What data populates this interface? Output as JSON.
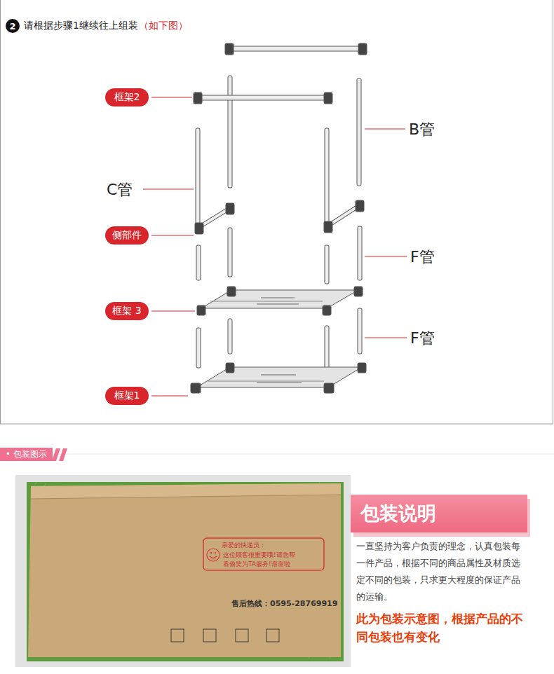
{
  "diagram": {
    "title": "请根据步骤1继续往上组装",
    "nodes": [
      {
        "text": [
          "2"
        ]
      },
      {
        "text": [
          "框架2"
        ]
      },
      {
        "text": [
          "侧部件"
        ]
      },
      {
        "text": [
          "框架 3"
        ]
      },
      {
        "text": [
          "框架1"
        ]
      },
      {
        "text": [
          "• 包装图示"
        ]
      },
      {
        "text": [
          "包装说明"
        ]
      }
    ],
    "labels": [
      "（如下图）",
      "B管",
      "C管",
      "F管",
      "F管",
      "亲爱的快递员：",
      "这位顾客很重要哦!请您帮",
      "看偷笑为TA服务!谢谢啦",
      "售后热线：0595-28769919",
      "一直坚持为客户负责的理念，认真包装每一件产品，根据不同的商品属性及材质选定不同的包装，只求更大程度的保证产品的运输。",
      "此为包装示意图，根据产品的不同包装也有变化"
    ]
  }
}
